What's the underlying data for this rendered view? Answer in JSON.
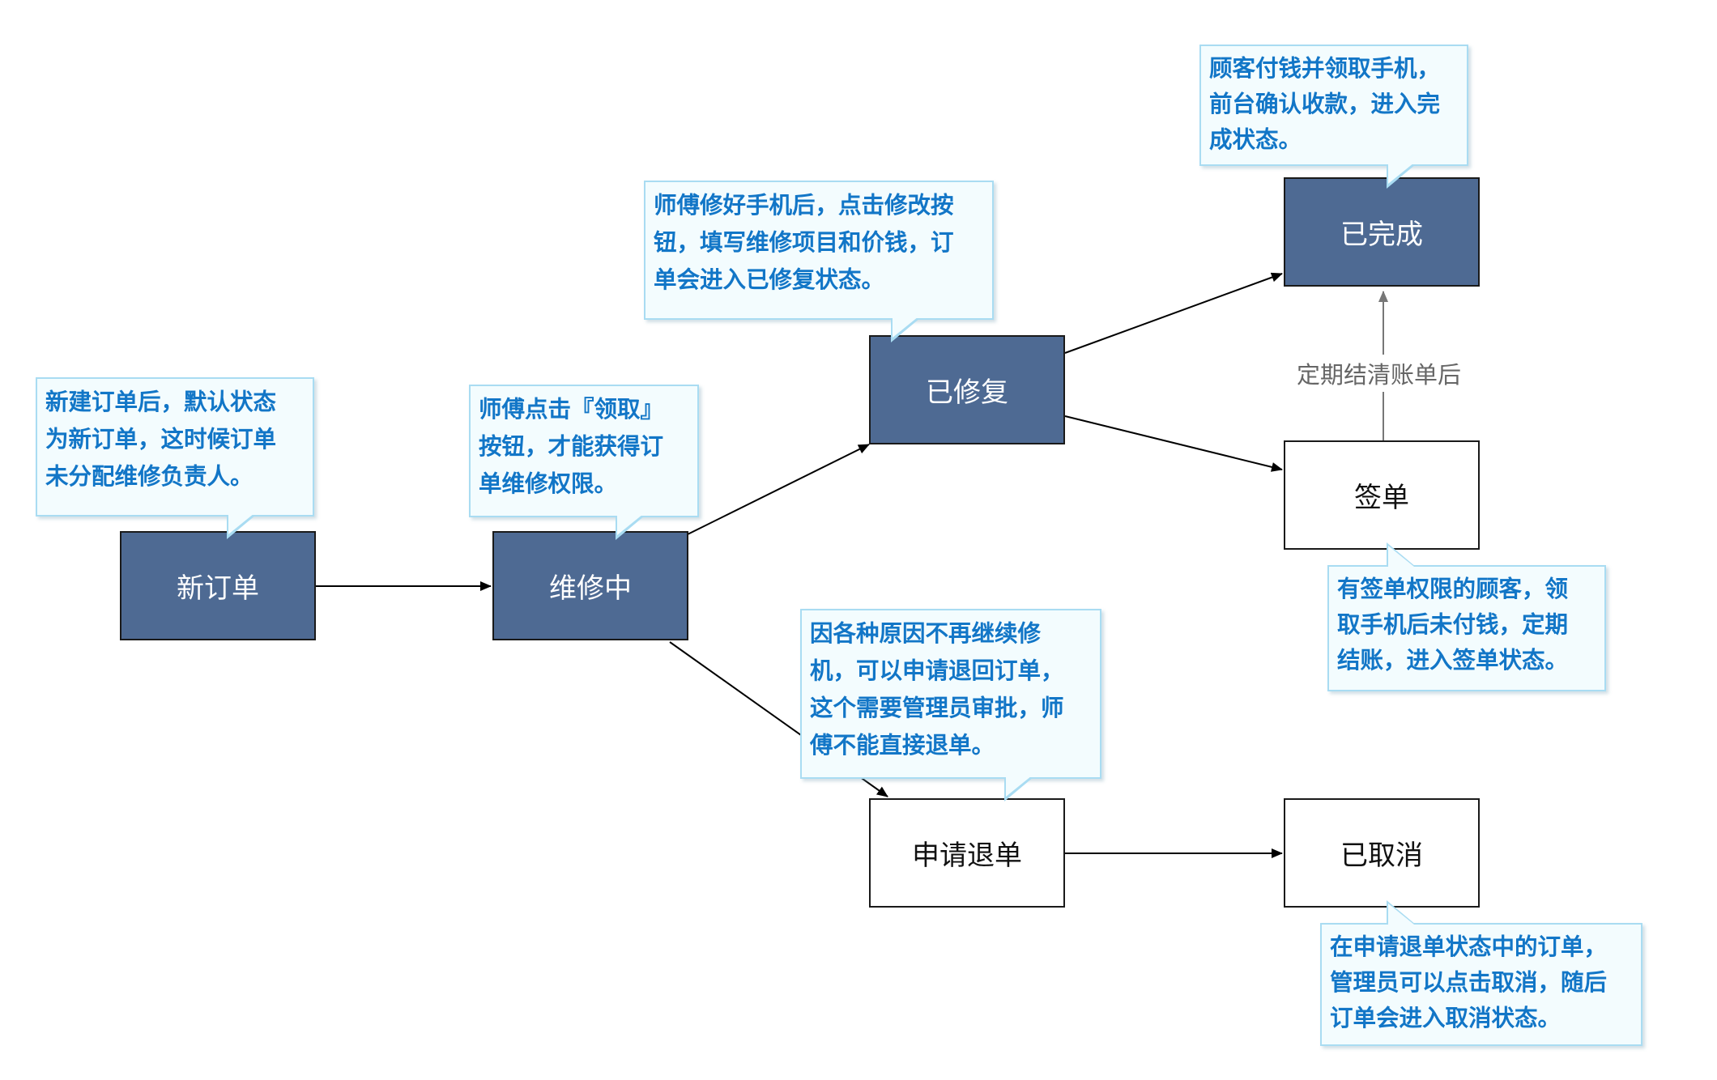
{
  "diagram": {
    "nodes": {
      "new_order": "新订单",
      "repairing": "维修中",
      "repaired": "已修复",
      "completed": "已完成",
      "signed": "签单",
      "refund_request": "申请退单",
      "cancelled": "已取消"
    },
    "edge_labels": {
      "signed_to_completed": "定期结清账单后"
    },
    "callouts": {
      "new_order": "新建订单后，默认状态\n为新订单，这时候订单\n未分配维修负责人。",
      "repairing": "师傅点击『领取』\n按钮，才能获得订\n单维修权限。",
      "repaired": "师傅修好手机后，点击修改按\n钮，填写维修项目和价钱，订\n单会进入已修复状态。",
      "completed": "顾客付钱并领取手机，\n前台确认收款，进入完\n成状态。",
      "signed": "有签单权限的顾客，领\n取手机后未付钱，定期\n结账，进入签单状态。",
      "refund_request": "因各种原因不再继续修\n机，可以申请退回订单，\n这个需要管理员审批，师\n傅不能直接退单。",
      "cancelled": "在申请退单状态中的订单，\n管理员可以点击取消，随后\n订单会进入取消状态。"
    },
    "colors": {
      "filled_node": "#4e6a93",
      "callout_text": "#1276c7",
      "callout_border": "#a9dcf2",
      "callout_bg": "#f3fcfe"
    }
  }
}
